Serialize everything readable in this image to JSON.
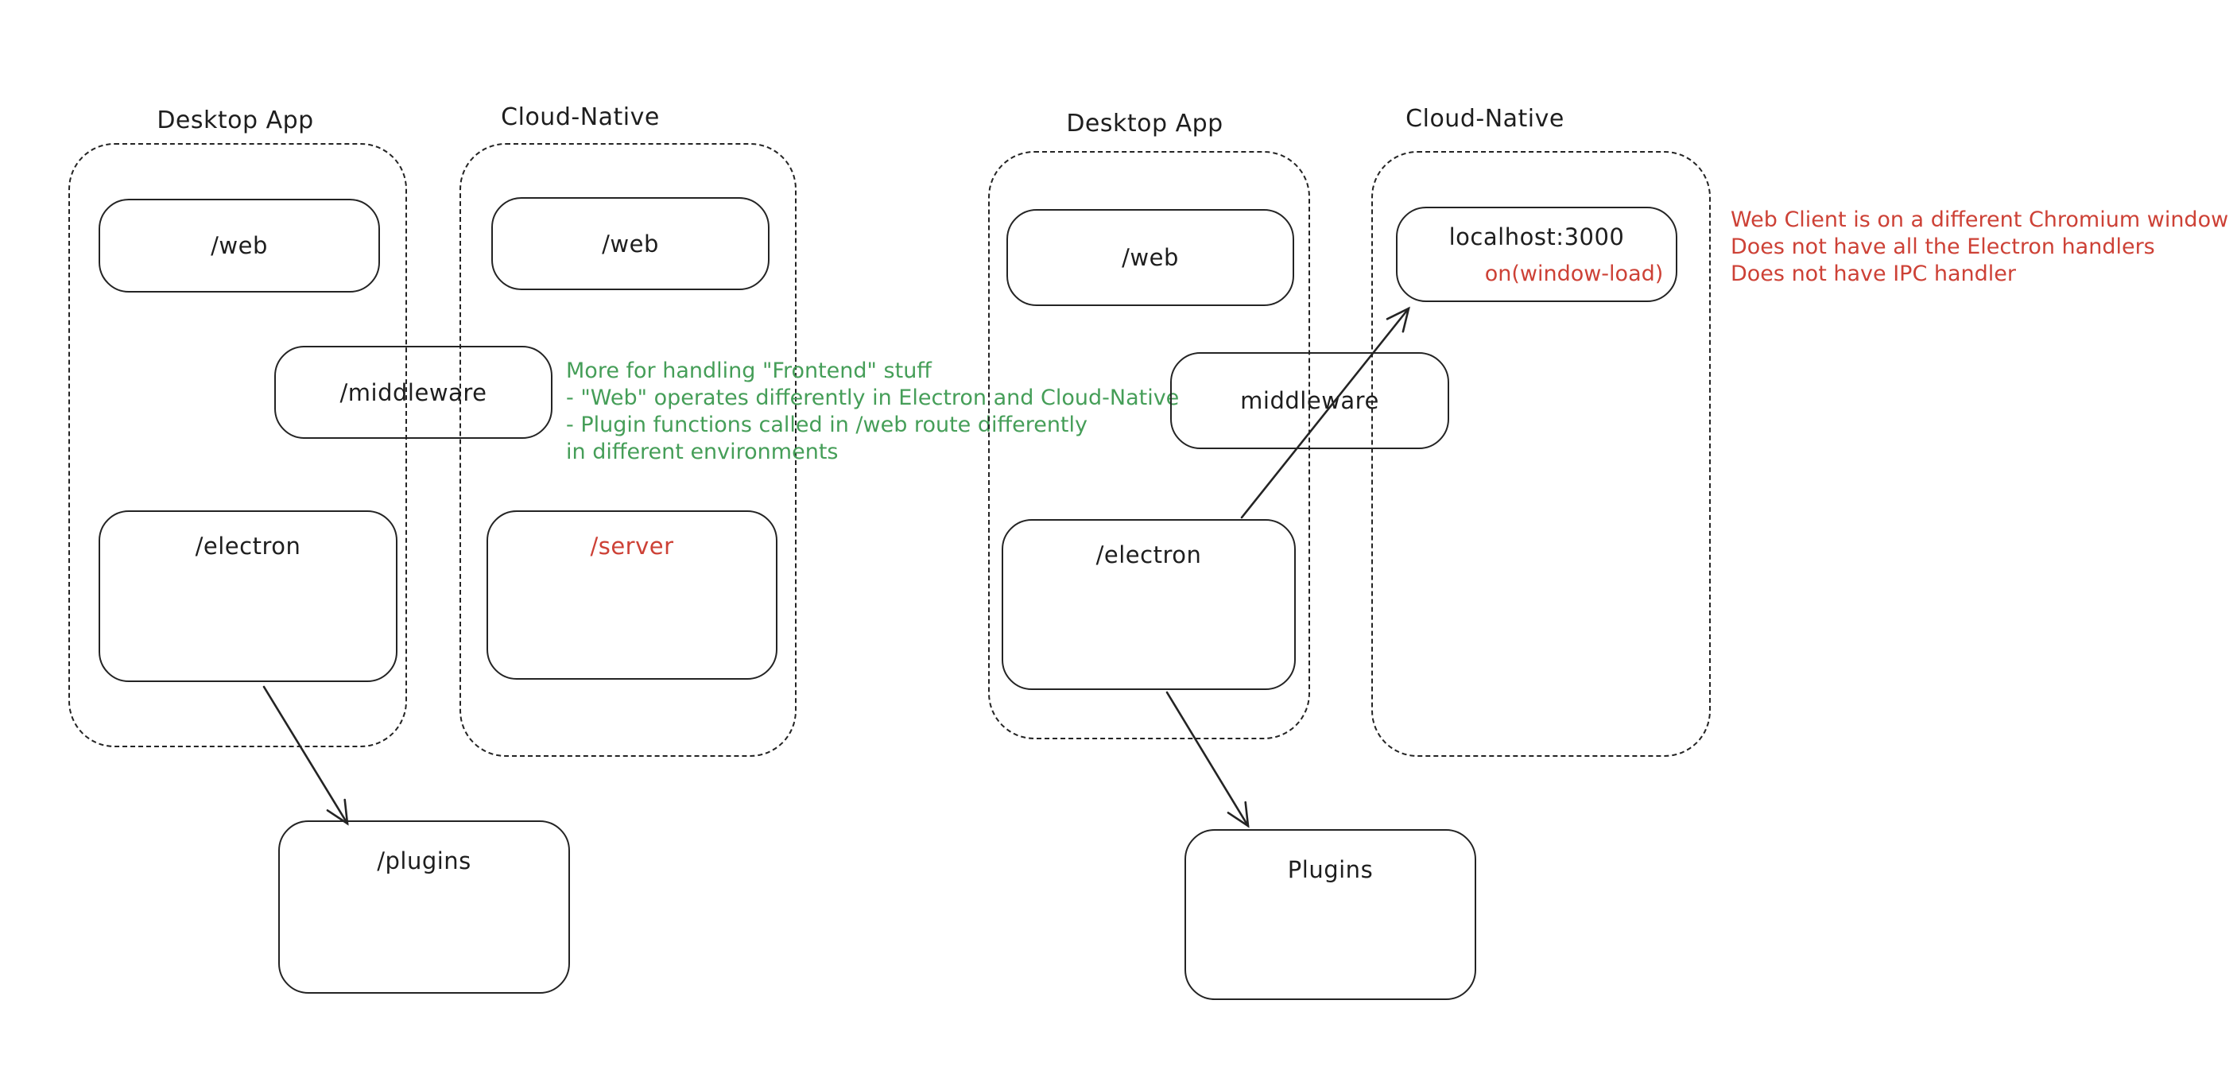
{
  "colors": {
    "background": "#ffffff",
    "stroke": "#242424",
    "text": "#1e1e1e",
    "green_note": "#459e58",
    "red_note": "#cd4136"
  },
  "left": {
    "desktop_title": "Desktop App",
    "cloud_title": "Cloud-Native",
    "web_desktop": "/web",
    "web_cloud": "/web",
    "middleware": "/middleware",
    "electron": "/electron",
    "server": "/server",
    "plugins": "/plugins",
    "note_lines": [
      "More for handling \"Frontend\" stuff",
      "- \"Web\" operates differently in Electron and Cloud-Native",
      "- Plugin functions called in /web route differently",
      "in different environments"
    ]
  },
  "right": {
    "desktop_title": "Desktop App",
    "cloud_title": "Cloud-Native",
    "web": "/web",
    "middleware": "middleware",
    "electron": "/electron",
    "localhost": "localhost:3000",
    "window_load": "on(window-load)",
    "plugins": "Plugins",
    "note_lines": [
      "Web Client is on a different Chromium window",
      "Does not have all the Electron handlers",
      "Does not have IPC handler"
    ]
  }
}
